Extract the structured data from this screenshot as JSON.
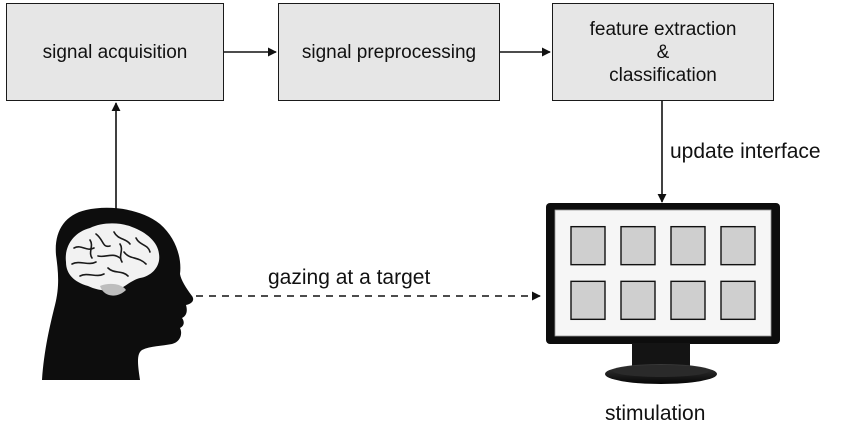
{
  "boxes": {
    "acquisition": "signal acquisition",
    "preprocessing": "signal preprocessing",
    "feature_lines": [
      "feature extraction",
      "&",
      "classification"
    ]
  },
  "labels": {
    "update": "update interface",
    "gaze": "gazing at a target",
    "stimulation": "stimulation"
  },
  "stimulus_grid": {
    "rows": 2,
    "cols": 4
  },
  "icons": [
    "head-icon",
    "brain-icon",
    "monitor-icon"
  ],
  "colors": {
    "box_fill": "#e6e6e6",
    "stroke": "#1a1a1a",
    "silhouette": "#0d0d0d",
    "stimulus_tile": "#cfcfcf"
  }
}
